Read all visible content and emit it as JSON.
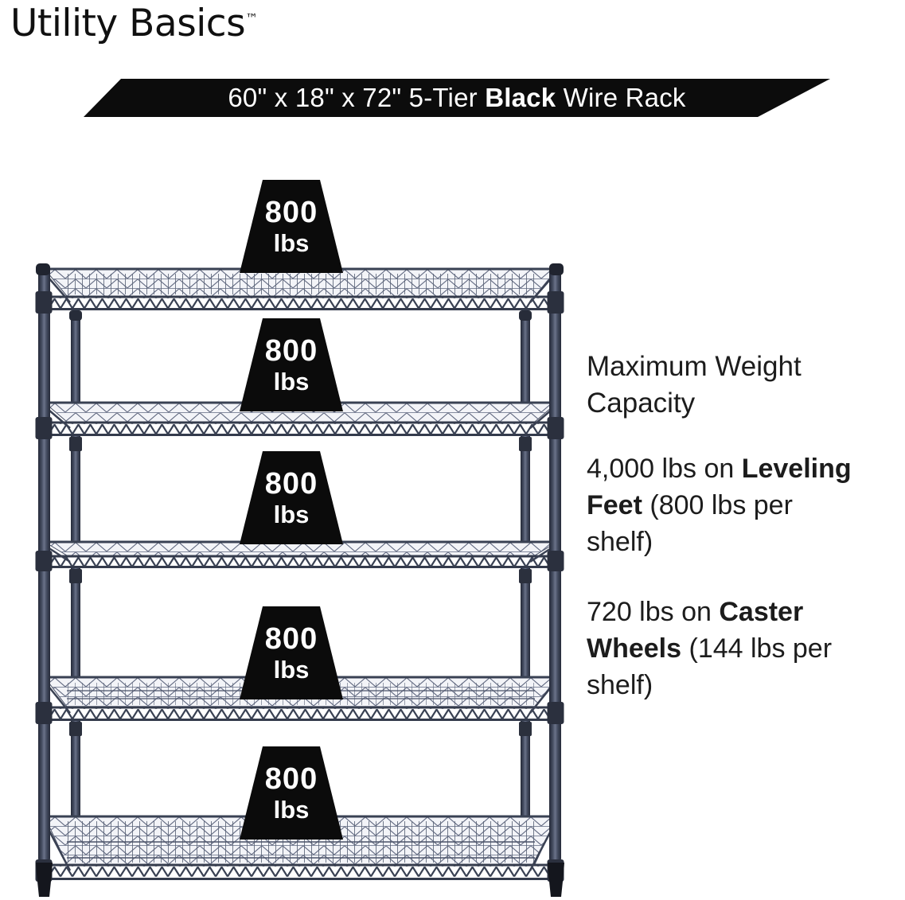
{
  "brand": {
    "name": "Utility Basics",
    "trademark": "™"
  },
  "banner": {
    "pre": "60\" x 18\" x 72\" 5-Tier ",
    "highlight": "Black",
    "post": " Wire Rack"
  },
  "rack": {
    "tiers": 5,
    "badges": [
      {
        "value": "800",
        "unit": "lbs"
      },
      {
        "value": "800",
        "unit": "lbs"
      },
      {
        "value": "800",
        "unit": "lbs"
      },
      {
        "value": "800",
        "unit": "lbs"
      },
      {
        "value": "800",
        "unit": "lbs"
      }
    ]
  },
  "info": {
    "heading": {
      "line1": "Maximum Weight",
      "line2": "Capacity"
    },
    "leveling": {
      "l1_pre": "4,000 lbs on ",
      "l1_bold": "Leveling",
      "l2_bold": "Feet",
      "l2_rest": " (800 lbs per",
      "l3": "shelf)"
    },
    "caster": {
      "l1_pre": "720 lbs on ",
      "l1_bold": "Caster",
      "l2_bold": "Wheels",
      "l2_rest": " (144 lbs per",
      "l3": "shelf)"
    }
  },
  "colors": {
    "banner_bg": "#0c0c0c",
    "badge_bg": "#0b0b0b",
    "rack_navy": "#394153",
    "text": "#1c1c1c",
    "background": "#ffffff"
  }
}
